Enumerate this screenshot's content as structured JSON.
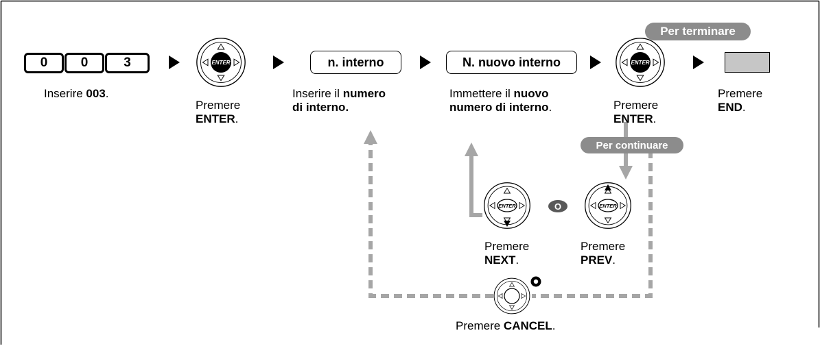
{
  "keys": [
    "0",
    "0",
    "3"
  ],
  "steps": {
    "step1": {
      "text": "Inserire ",
      "bold": "003",
      "end": "."
    },
    "step2": {
      "line1": "Premere",
      "bold": "ENTER",
      "end": "."
    },
    "step3": {
      "line1": "Inserire il ",
      "bold1": "numero",
      "bold2": "di interno."
    },
    "step4": {
      "line1": "Immettere il ",
      "bold1": "nuovo",
      "bold2": "numero di interno",
      "end": "."
    },
    "step5": {
      "line1": "Premere",
      "bold": "ENTER",
      "end": "."
    },
    "step6": {
      "line1": "Premere",
      "bold": "END",
      "end": "."
    }
  },
  "fields": {
    "ext": "n. interno",
    "new_ext": "N. nuovo interno"
  },
  "badges": {
    "finish": "Per terminare",
    "continue": "Per continuare",
    "or": "O"
  },
  "nav": {
    "next": {
      "line1": "Premere",
      "bold": "NEXT",
      "end": "."
    },
    "prev": {
      "line1": "Premere",
      "bold": "PREV",
      "end": "."
    },
    "cancel": {
      "text": "Premere ",
      "bold": "CANCEL",
      "end": "."
    }
  },
  "pad_label": "ENTER",
  "colors": {
    "badge": "#8c8c8c",
    "arrow": "#a6a6a6",
    "end_button": "#c6c6c6",
    "black": "#000000"
  }
}
